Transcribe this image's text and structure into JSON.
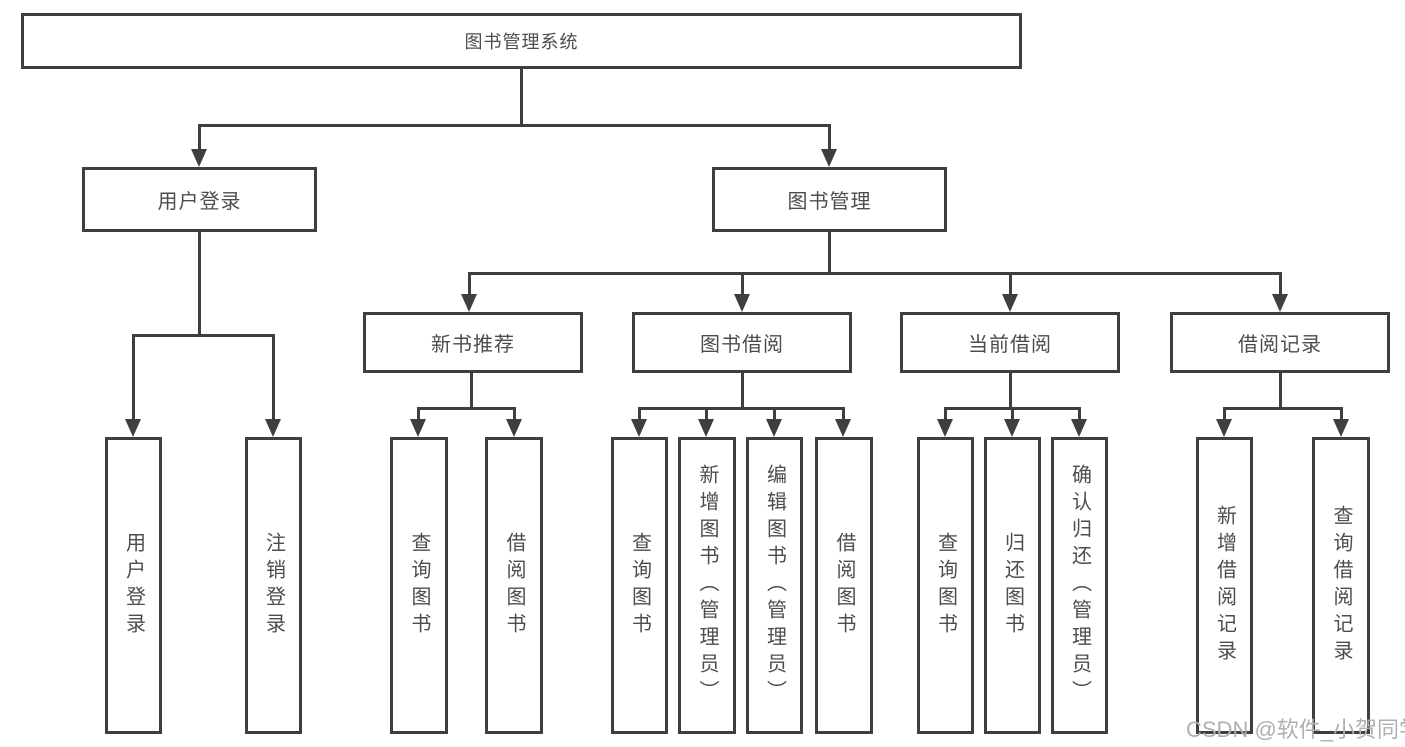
{
  "tree": {
    "root": {
      "label": "图书管理系统"
    },
    "branches": [
      {
        "label": "用户登录",
        "children": [
          {
            "label": "用户登录"
          },
          {
            "label": "注销登录"
          }
        ]
      },
      {
        "label": "图书管理",
        "children": [
          {
            "label": "新书推荐",
            "children": [
              {
                "label": "查询图书"
              },
              {
                "label": "借阅图书"
              }
            ]
          },
          {
            "label": "图书借阅",
            "children": [
              {
                "label": "查询图书"
              },
              {
                "label": "新增图书（管理员）"
              },
              {
                "label": "编辑图书（管理员）"
              },
              {
                "label": "借阅图书"
              }
            ]
          },
          {
            "label": "当前借阅",
            "children": [
              {
                "label": "查询图书"
              },
              {
                "label": "归还图书"
              },
              {
                "label": "确认归还（管理员）"
              }
            ]
          },
          {
            "label": "借阅记录",
            "children": [
              {
                "label": "新增借阅记录"
              },
              {
                "label": "查询借阅记录"
              }
            ]
          }
        ]
      }
    ]
  },
  "watermark": "CSDN @软件_小贺同学",
  "colors": {
    "line": "#3f3f3f",
    "text": "#4d4d4d",
    "watermark": "#b0b0b0",
    "background": "#ffffff"
  }
}
